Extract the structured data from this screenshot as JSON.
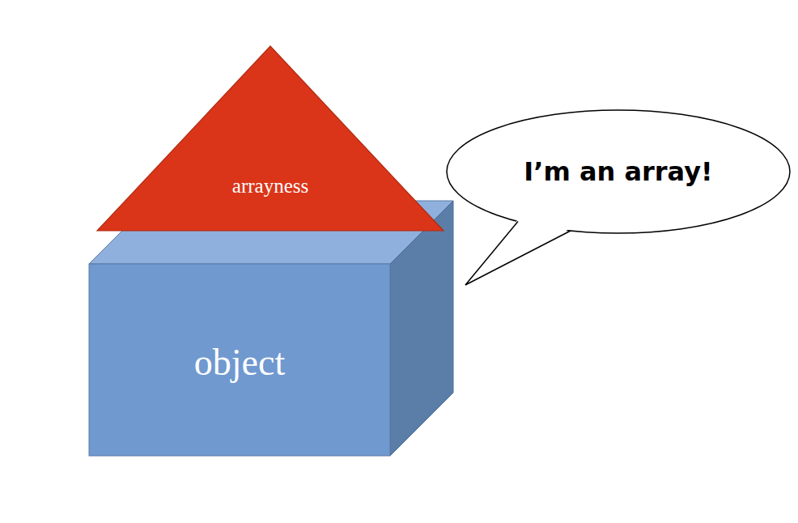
{
  "diagram": {
    "nodes": [
      {
        "text": [
          "arrayness"
        ]
      },
      {
        "text": [
          "I’m an array!"
        ]
      },
      {
        "text": [
          "object"
        ]
      }
    ]
  }
}
